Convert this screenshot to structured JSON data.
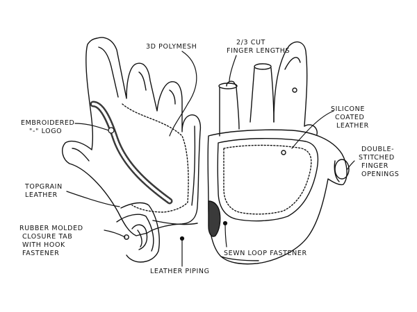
{
  "colors": {
    "ink": "#111111",
    "paper": "#ffffff",
    "shade": "#3a3a3a"
  },
  "labels": {
    "polymesh": "3D POLYMESH",
    "finger_lengths_1": "2/3 CUT",
    "finger_lengths_2": "FINGER LENGTHS",
    "embroidered_1": "EMBROIDERED",
    "embroidered_2": "\"-\" LOGO",
    "silicone_1": "SILICONE",
    "silicone_2": "COATED",
    "silicone_3": "LEATHER",
    "double_1": "DOUBLE-",
    "double_2": "STITCHED",
    "double_3": "FINGER",
    "double_4": "OPENINGS",
    "topgrain_1": "TOPGRAIN",
    "topgrain_2": "LEATHER",
    "rubber_1": "RUBBER MOLDED",
    "rubber_2": "CLOSURE TAB",
    "rubber_3": "WITH HOOK",
    "rubber_4": "FASTENER",
    "sewn_loop": "SEWN LOOP FASTENER",
    "piping": "LEATHER PIPING"
  }
}
